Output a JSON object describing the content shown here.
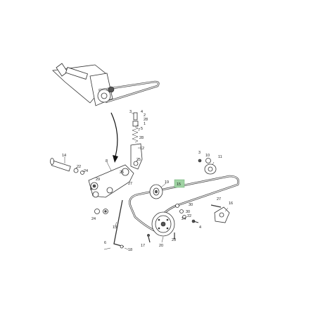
{
  "callouts": [
    "14",
    "22",
    "24",
    "8",
    "26",
    "29",
    "6",
    "12",
    "25",
    "27",
    "7",
    "3",
    "4",
    "5",
    "2",
    "28",
    "28",
    "1",
    "3",
    "10",
    "11",
    "19",
    "15",
    "27",
    "16",
    "30",
    "30",
    "24",
    "22",
    "24",
    "13",
    "20",
    "23",
    "17",
    "18",
    "6",
    "4"
  ],
  "highlight": "15",
  "colors": {
    "line": "#333333",
    "highlight": "#9fd3a3"
  }
}
